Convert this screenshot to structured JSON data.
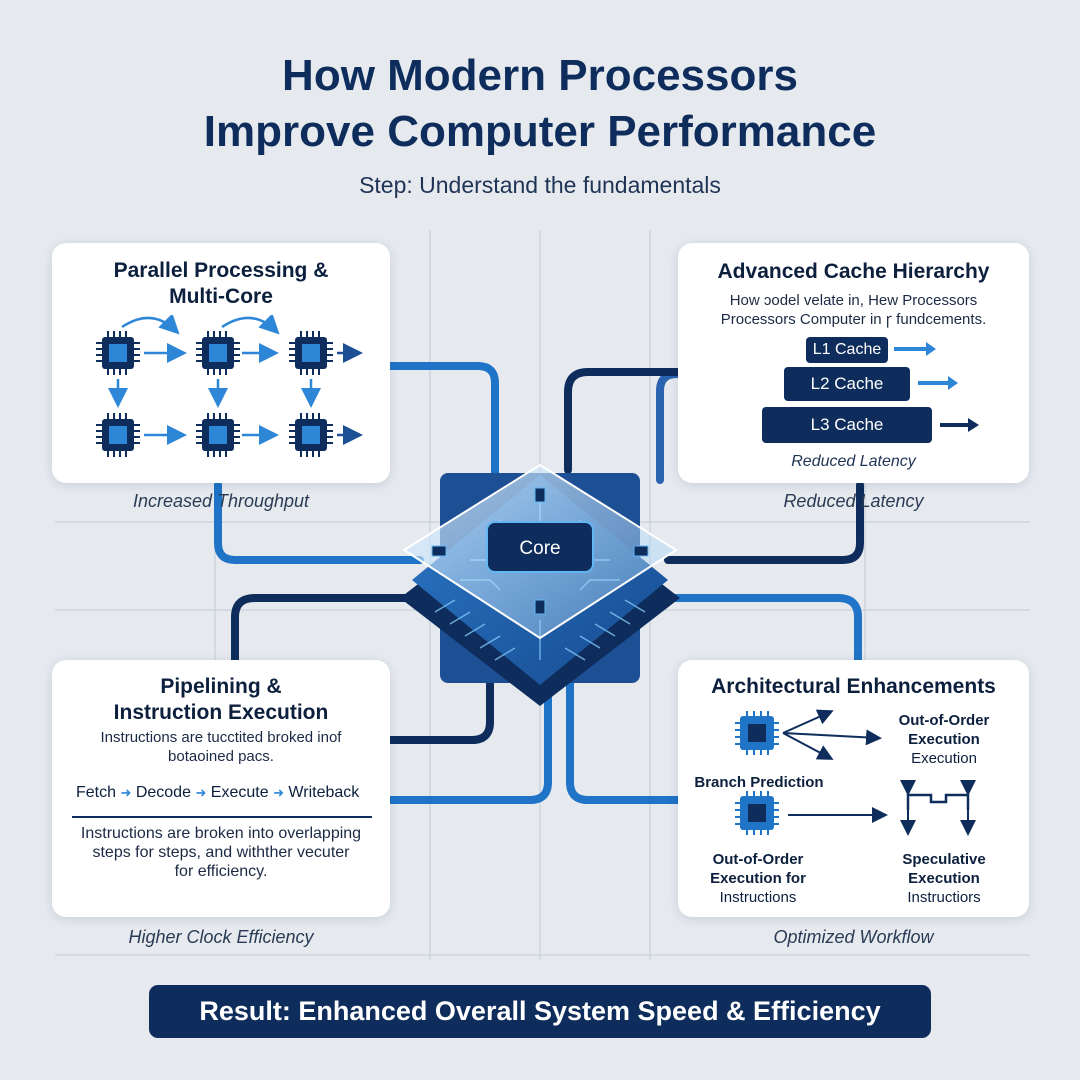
{
  "title_line1": "How Modern Processors",
  "title_line2": "Improve Computer Performance",
  "subtitle": "Step: Understand the fundamentals",
  "core_label": "Core",
  "parallel": {
    "title_line1": "Parallel Processing &",
    "title_line2": "Multi-Core",
    "caption": "Increased Throughput"
  },
  "cache": {
    "title": "Advanced Cache Hierarchy",
    "desc_line1": "How ɔodel velate in, Hew Processors",
    "desc_line2": "Processors Computer in ꞅ fundcements.",
    "levels": [
      "L1 Cache",
      "L2 Cache",
      "L3 Cache"
    ],
    "inner_caption": "Reduced Latency",
    "caption": "Reduced Latency"
  },
  "pipeline": {
    "title_line1": "Pipelining &",
    "title_line2": "Instruction Execution",
    "desc_line1": "Instructions are tucctited broked inof",
    "desc_line2": "botaoined pacs.",
    "steps": [
      "Fetch",
      "Decode",
      "Execute",
      "Writeback"
    ],
    "note_line1": "Instructions are broken into overlapping",
    "note_line2": "steps for steps, and withther vecuter",
    "note_line3": "for efficiency.",
    "caption": "Higher Clock Efficiency"
  },
  "arch": {
    "title": "Architectural Enhancements",
    "ooo_top_line1": "Out-of-Order",
    "ooo_top_line2": "Execution",
    "ooo_top_line3": "Execution",
    "branch": "Branch Prediction",
    "ooo_bottom_line1": "Out-of-Order",
    "ooo_bottom_line2": "Execution for",
    "ooo_bottom_line3": "Instructions",
    "spec_line1": "Speculative",
    "spec_line2": "Execution",
    "spec_line3": "Instructiors",
    "caption": "Optimized Workflow"
  },
  "result": "Result: Enhanced Overall System Speed & Efficiency",
  "colors": {
    "navy": "#0e2d5c",
    "blue": "#1f74c8",
    "light_blue": "#3d9be0",
    "background": "#e6eaef"
  }
}
